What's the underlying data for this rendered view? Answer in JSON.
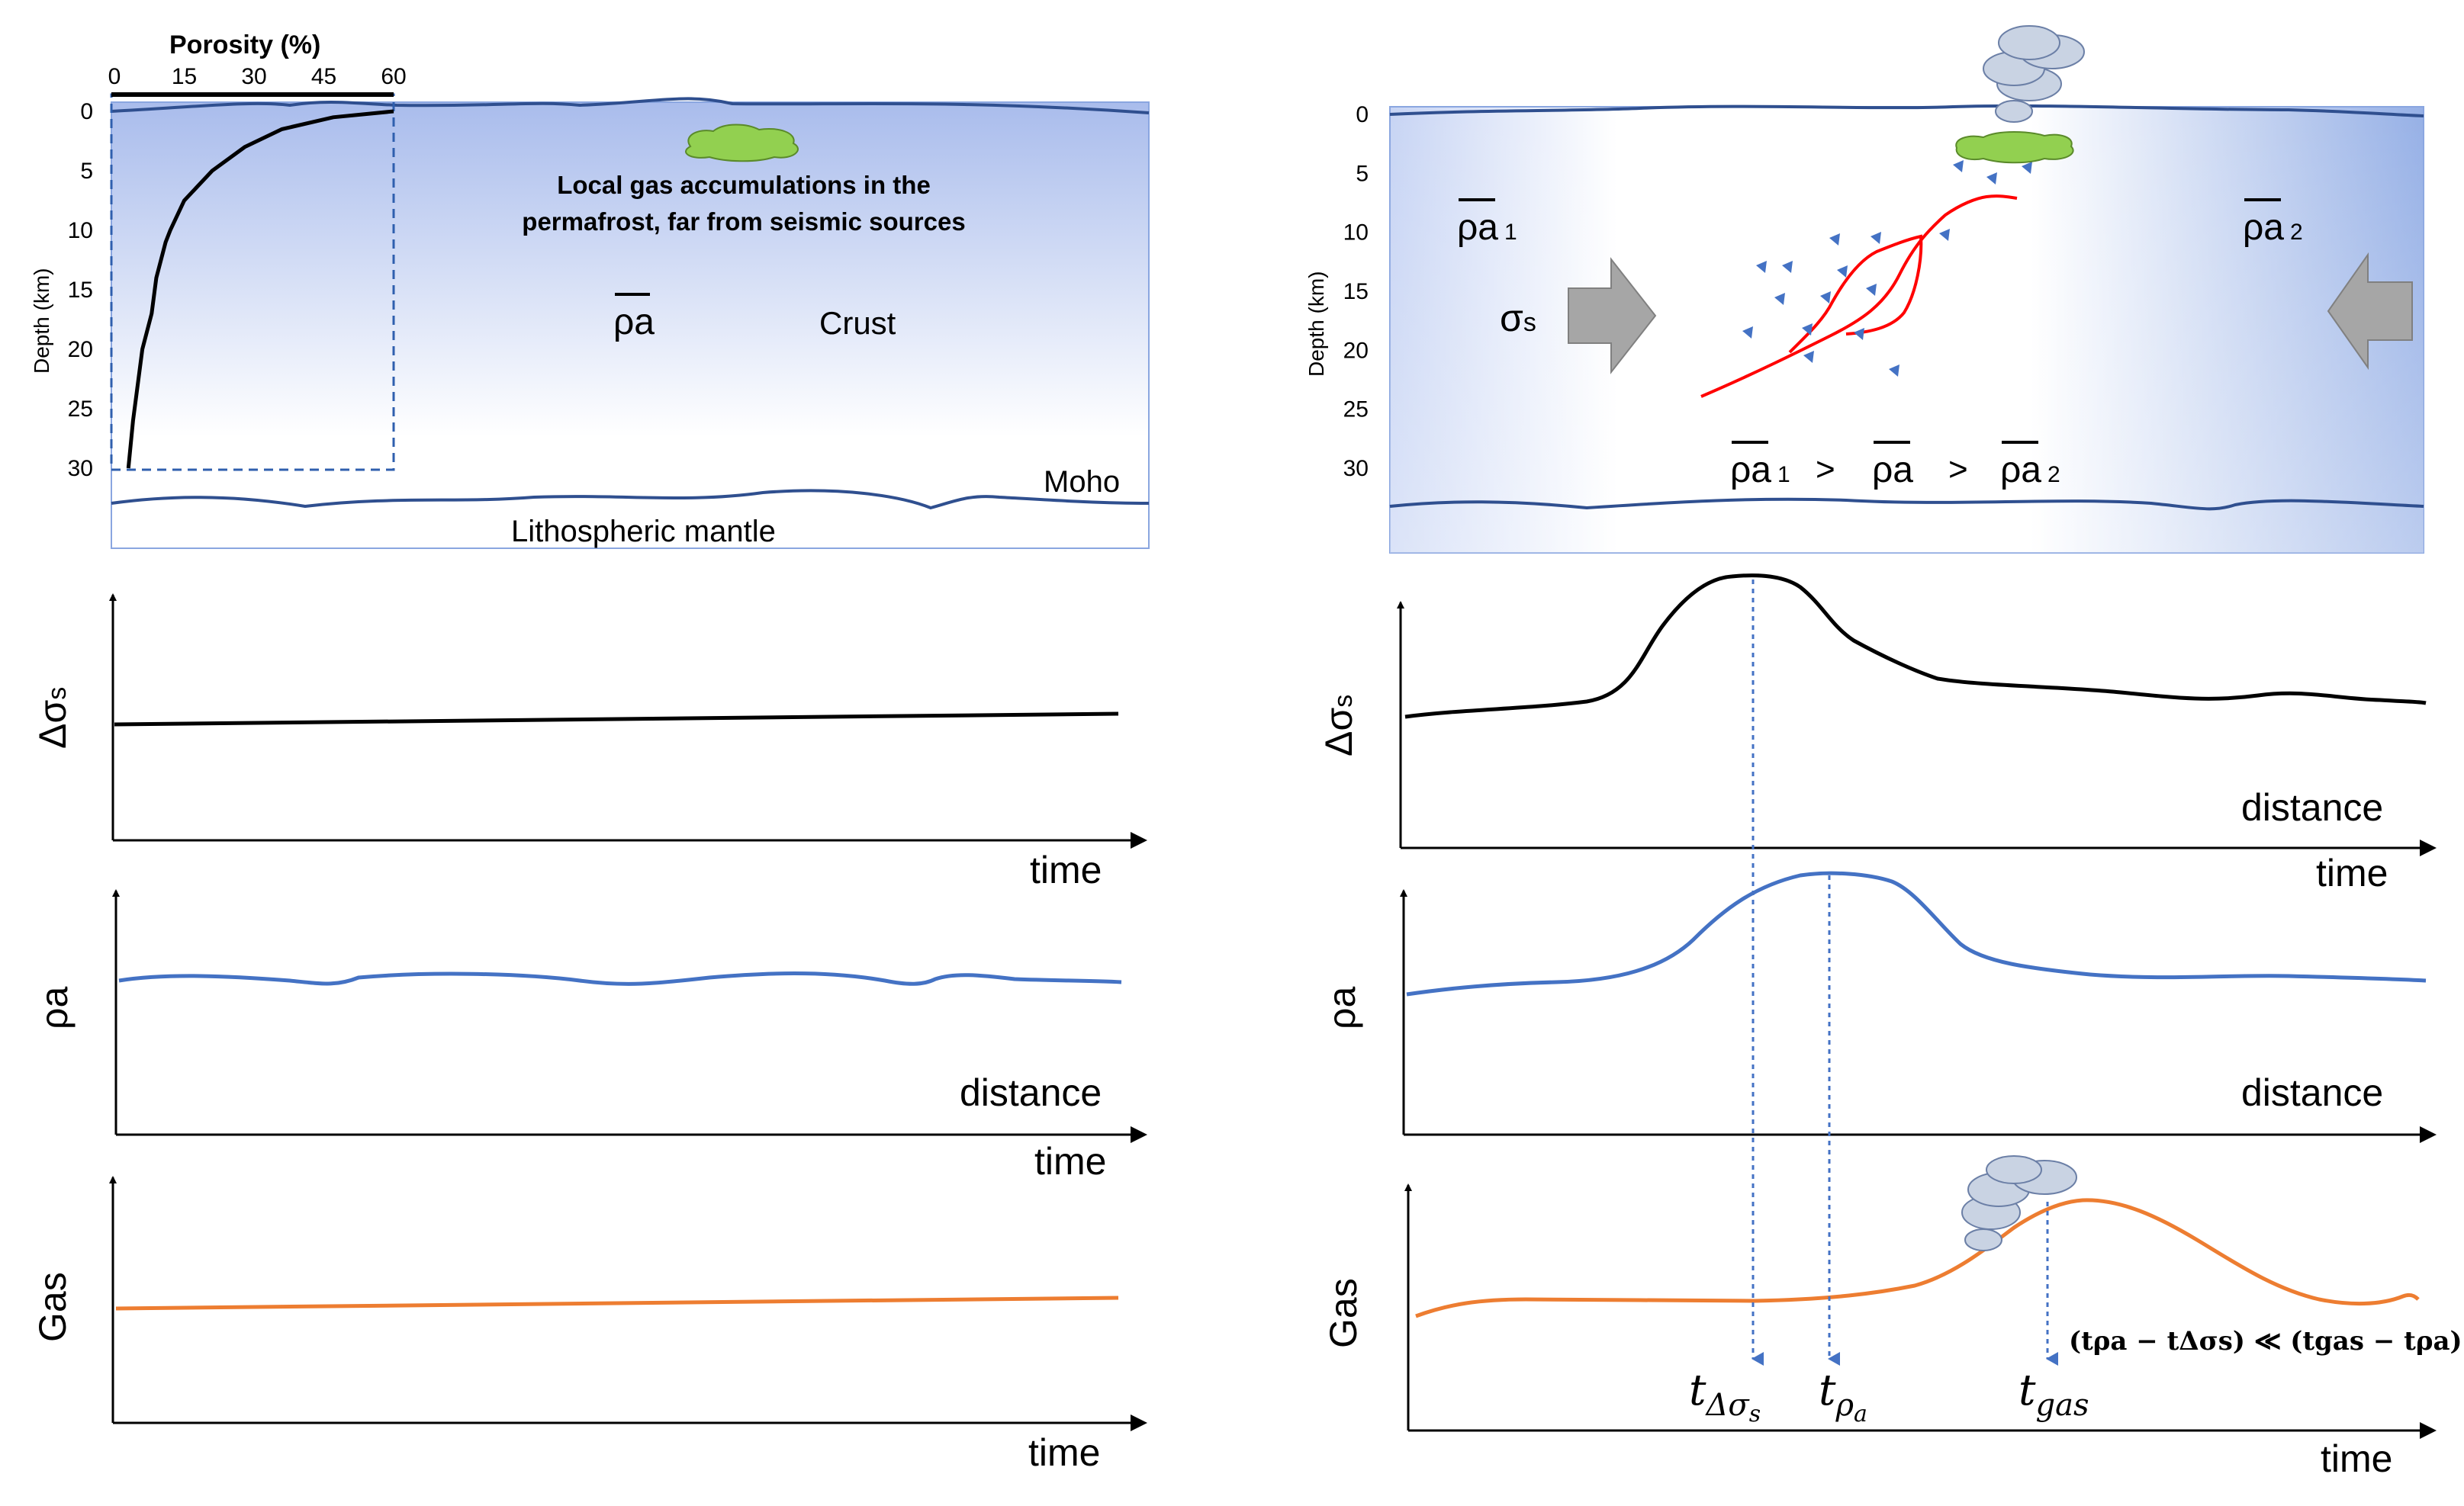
{
  "left_panel": {
    "porosity_axis": {
      "title": "Porosity (%)",
      "ticks": [
        "0",
        "15",
        "30",
        "45",
        "60"
      ]
    },
    "depth_axis": {
      "title": "Depth (km)",
      "ticks": [
        "0",
        "5",
        "10",
        "15",
        "20",
        "25",
        "30"
      ]
    },
    "gas_note_line1": "Local gas accumulations in the",
    "gas_note_line2": "permafrost, far from seismic sources",
    "rho_label": "ρa",
    "crust_label": "Crust",
    "moho_label": "Moho",
    "mantle_label": "Lithospheric mantle",
    "porosity_curve": {
      "porosity_pct": [
        60,
        47,
        36,
        28,
        21,
        15,
        12,
        11,
        9,
        8,
        6,
        5,
        4,
        3
      ],
      "depth_km": [
        0,
        0.5,
        1.5,
        3,
        5,
        7.5,
        10,
        11,
        14,
        17,
        20,
        23,
        26,
        30
      ]
    }
  },
  "right_panel": {
    "depth_axis": {
      "title": "Depth (km)",
      "ticks": [
        "0",
        "5",
        "10",
        "15",
        "20",
        "25",
        "30"
      ]
    },
    "rho1_label": "ρa 1",
    "rho2_label": "ρa 2",
    "sigma_label": "σs",
    "inequality": {
      "a": "ρa 1",
      "gt1": ">",
      "b": "ρa",
      "gt2": ">",
      "c": "ρa 2"
    }
  },
  "left_plots": [
    {
      "ylabel": "Δσs",
      "xlabel": "time",
      "xlabel2": "",
      "color": "#000000"
    },
    {
      "ylabel": "ρa",
      "xlabel": "time",
      "xlabel2": "distance",
      "color": "#4472c4"
    },
    {
      "ylabel": "Gas",
      "xlabel": "time",
      "xlabel2": "",
      "color": "#ed7d31"
    }
  ],
  "right_plots": [
    {
      "ylabel": "Δσs",
      "xlabel": "time",
      "xlabel2": "distance",
      "color": "#000000"
    },
    {
      "ylabel": "ρa",
      "xlabel": "time",
      "xlabel2": "distance",
      "color": "#4472c4"
    },
    {
      "ylabel": "Gas",
      "xlabel": "time",
      "xlabel2": "",
      "color": "#ed7d31"
    }
  ],
  "time_markers": {
    "t_sigma": {
      "t": "t",
      "sub": "Δσ",
      "subsub": "s"
    },
    "t_rho": {
      "t": "t",
      "sub": "ρ",
      "subsub": "a"
    },
    "t_gas": {
      "t": "t",
      "sub": "gas"
    },
    "relation": "(tρa − tΔσs) ≪ (tgas − tρa)"
  },
  "colors": {
    "crust_blue": "#4472c4",
    "fault_red": "#ff0000",
    "gas_green": "#92d050",
    "arrow_gray": "#a6a6a6",
    "gas_line": "#ed7d31",
    "marker_blue": "#4472c4"
  }
}
